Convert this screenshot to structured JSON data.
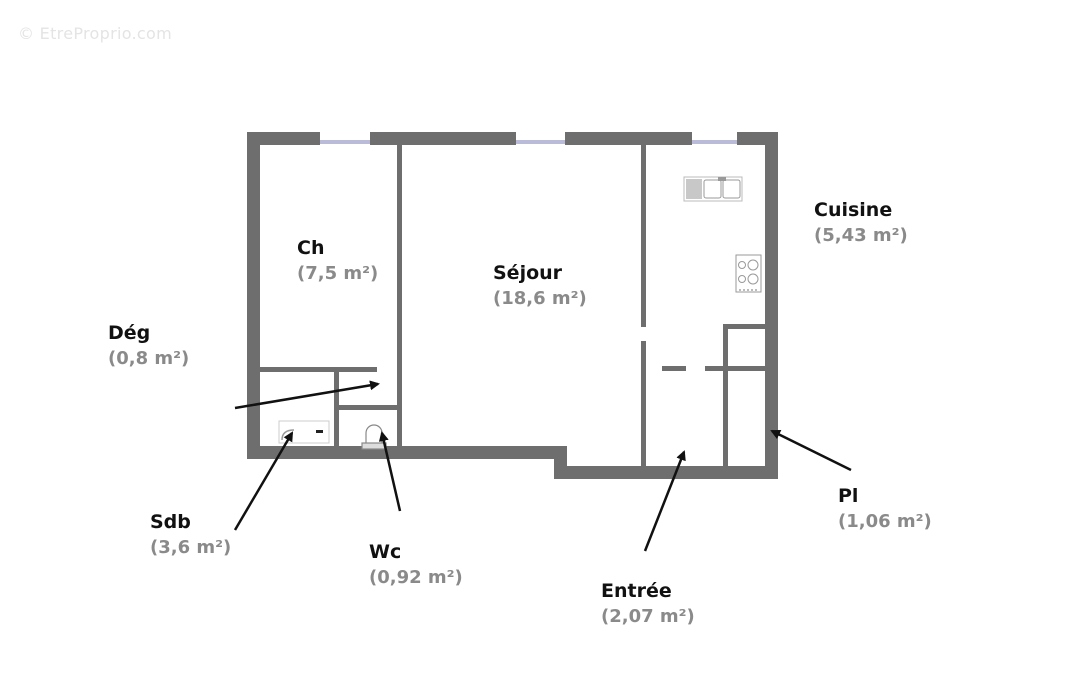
{
  "watermark": "© EtreProprio.com",
  "colors": {
    "wall": "#6e6e6e",
    "window": "#b9bbd9",
    "room_name": "#111111",
    "room_area": "#8a8a8a",
    "arrow": "#111111"
  },
  "rooms": {
    "ch": {
      "name": "Ch",
      "area": "(7,5 m²)"
    },
    "sejour": {
      "name": "Séjour",
      "area": "(18,6 m²)"
    },
    "cuisine": {
      "name": "Cuisine",
      "area": "(5,43 m²)"
    },
    "deg": {
      "name": "Dég",
      "area": "(0,8 m²)"
    },
    "sdb": {
      "name": "Sdb",
      "area": "(3,6 m²)"
    },
    "wc": {
      "name": "Wc",
      "area": "(0,92 m²)"
    },
    "entree": {
      "name": "Entrée",
      "area": "(2,07 m²)"
    },
    "pl": {
      "name": "Pl",
      "area": "(1,06 m²)"
    }
  }
}
